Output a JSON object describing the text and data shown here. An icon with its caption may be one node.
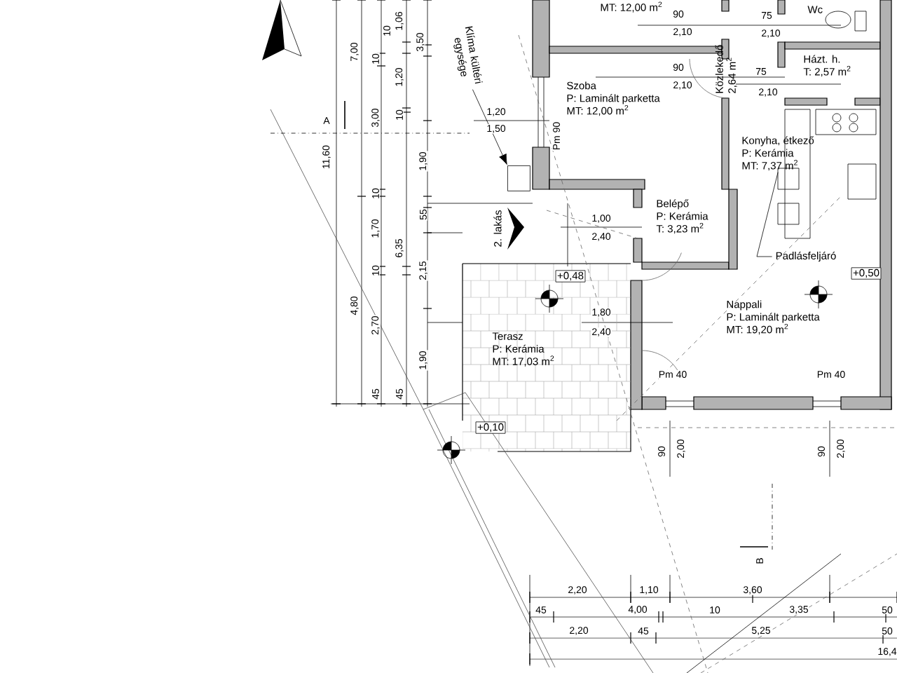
{
  "diagram": {
    "nodes": [
      {
        "text": [
          "MT: 12,00 m$^{2}$"
        ]
      },
      {
        "text": [
          "Wc"
        ]
      },
      {
        "text": [
          "Közlekedő",
          "2,64 m$^{2}$"
        ]
      },
      {
        "text": [
          "Szoba",
          "P: Laminált parketta",
          "MT: 12,00 m$^{2}$"
        ]
      },
      {
        "text": [
          "Házt. h.",
          "T: 2,57 m$^{2}$"
        ]
      },
      {
        "text": [
          "Konyha, étkező",
          "P: Kerámia",
          "MT: 7,37 m$^{2}$"
        ]
      },
      {
        "text": [
          "Belépő",
          "P: Kerámia",
          "T: 3,23 m$^{2}$"
        ]
      },
      {
        "text": [
          "Terasz",
          "P: Kerámia",
          "MT: 17,03 m$^{2}$"
        ]
      },
      {
        "text": [
          "Nappali",
          "P: Laminált parketta",
          "MT: 19,20 m$^{2}$"
        ]
      },
      {
        "text": [
          "+0,48"
        ]
      },
      {
        "text": [
          "+0,50"
        ]
      },
      {
        "text": [
          "+0,10"
        ]
      },
      {
        "text": [
          "Klíma kültéri egysége"
        ]
      },
      {
        "text": [],
        "shape": "box"
      },
      {
        "text": [
          "Padlásfeljáró"
        ]
      },
      {
        "text": [
          "2. lakás"
        ]
      }
    ],
    "edges": [
      {
        "from": 12,
        "to": 13,
        "arrow": "to"
      },
      {
        "from": 14,
        "to": 5,
        "arrow": "none"
      }
    ],
    "labels": [
      "1,06",
      "7,00",
      "3,50",
      "10",
      "90",
      "2,10",
      "75",
      "2,10",
      "10",
      "90",
      "2,10",
      "75",
      "2,10",
      "1,20",
      "10",
      "3,00",
      "A",
      "1,20",
      "1,50",
      "Pm 90",
      "11,60",
      "1,90",
      "10",
      "55",
      "1,70",
      "1,00",
      "2,40",
      "6,35",
      "10",
      "2,15",
      "4,80",
      "1,80",
      "2,40",
      "2,70",
      "1,90",
      "Pm 40",
      "Pm 40",
      "45",
      "45",
      "90",
      "2,00",
      "90",
      "2,00",
      "B",
      "2,20",
      "1,10",
      "3,60",
      "45",
      "4,00",
      "10",
      "3,35",
      "50",
      "2,20",
      "45",
      "5,25",
      "50",
      "16,4"
    ]
  }
}
